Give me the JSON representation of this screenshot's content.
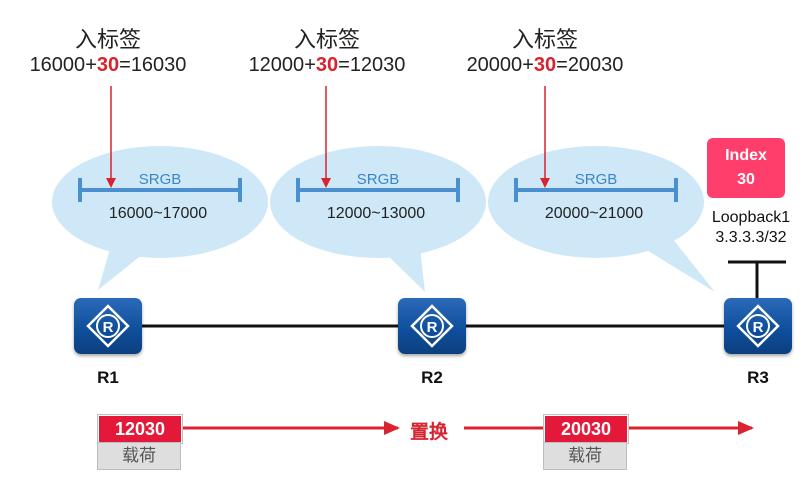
{
  "nodes": [
    {
      "name": "R1",
      "in_label_title": "入标签",
      "srgb_base": "16000",
      "index": "30",
      "result": "16030",
      "srgb_label": "SRGB",
      "srgb_range": "16000~17000"
    },
    {
      "name": "R2",
      "in_label_title": "入标签",
      "srgb_base": "12000",
      "index": "30",
      "result": "12030",
      "srgb_label": "SRGB",
      "srgb_range": "12000~13000"
    },
    {
      "name": "R3",
      "in_label_title": "入标签",
      "srgb_base": "20000",
      "index": "30",
      "result": "20030",
      "srgb_label": "SRGB",
      "srgb_range": "20000~21000"
    }
  ],
  "index_box": {
    "line1": "Index",
    "line2": "30"
  },
  "loopback": {
    "name": "Loopback1",
    "address": "3.3.3.3/32"
  },
  "packets": [
    {
      "label": "12030",
      "payload": "载荷"
    },
    {
      "label": "20030",
      "payload": "载荷"
    }
  ],
  "swap_label": "置换",
  "colors": {
    "bubble": "#cfe8f7",
    "srgb_bar": "#4a8fd0",
    "router": "#1257a6",
    "accent_red": "#d9232e",
    "index_pink": "#ff3e6c",
    "label_red": "#e4193a",
    "payload_gray": "#dedede"
  }
}
